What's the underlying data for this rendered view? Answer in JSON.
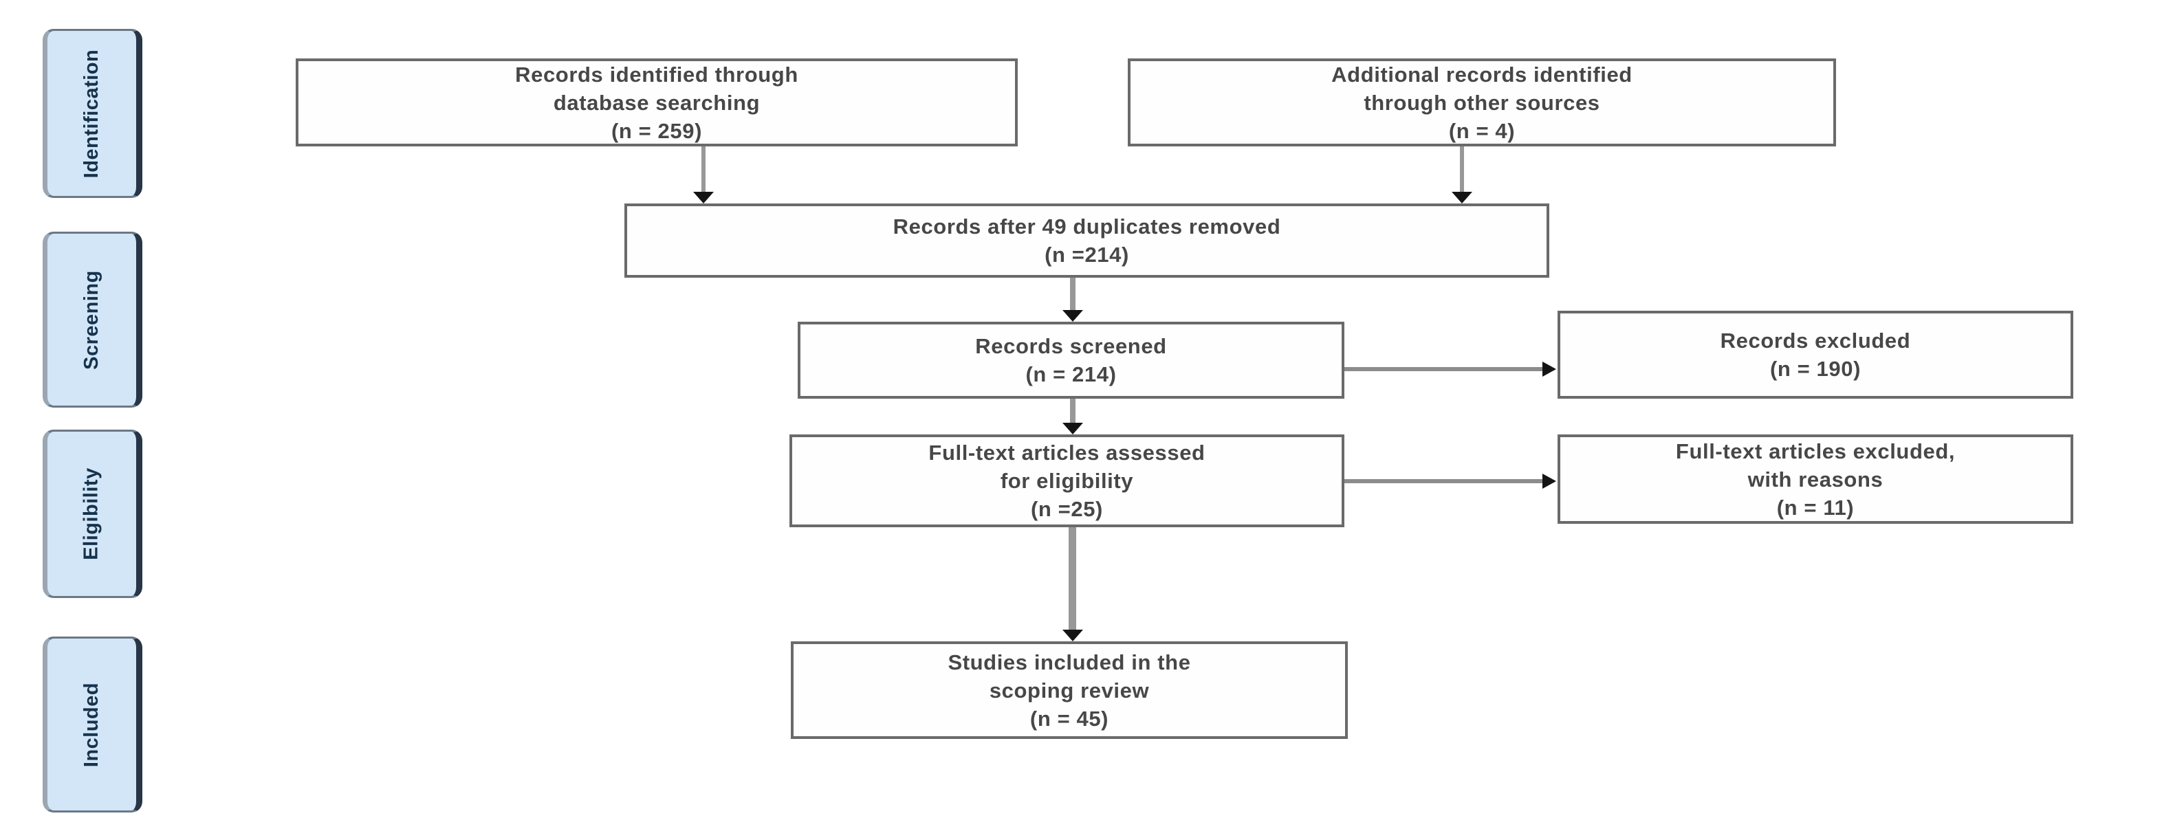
{
  "sidebar": {
    "stages": [
      "Identification",
      "Screening",
      "Eligibility",
      "Included"
    ]
  },
  "boxes": {
    "records_identified": {
      "lines": [
        "Records identified through",
        "database searching",
        "(n = 259)"
      ]
    },
    "additional_records": {
      "lines": [
        "Additional records identified",
        "through other sources",
        "(n = 4)"
      ]
    },
    "duplicates_removed": {
      "lines": [
        "Records after 49 duplicates removed",
        "(n =214)"
      ]
    },
    "records_screened": {
      "lines": [
        "Records screened",
        "(n = 214)"
      ]
    },
    "records_excluded": {
      "lines": [
        "Records excluded",
        "(n = 190)"
      ]
    },
    "fulltext_assessed": {
      "lines": [
        "Full-text articles assessed",
        "for eligibility",
        "(n =25)"
      ]
    },
    "fulltext_excluded": {
      "lines": [
        "Full-text articles excluded,",
        "with reasons",
        "(n = 11)"
      ]
    },
    "studies_included": {
      "lines": [
        "Studies included in the",
        "scoping review",
        "(n = 45)"
      ]
    }
  },
  "colors": {
    "stage_fill": "#d2e6f7",
    "stage_border_dark": "#273646",
    "box_border": "#6a6a6a",
    "box_text": "#474747",
    "arrow_line": "#989898",
    "arrow_head": "#141414",
    "background": "#ffffff"
  }
}
